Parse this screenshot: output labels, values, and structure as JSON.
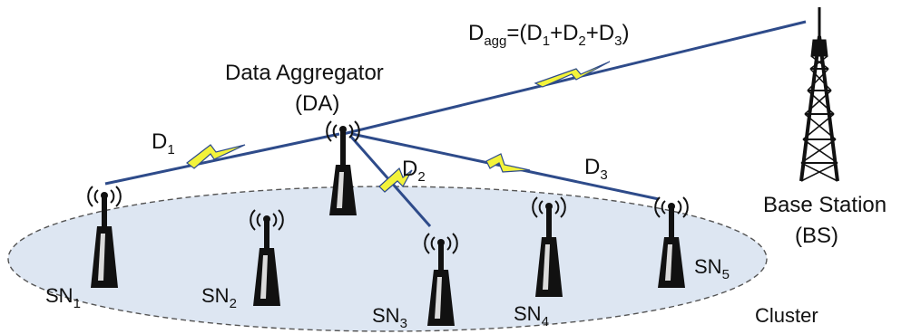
{
  "diagram": {
    "aggregate_formula": {
      "d": "D",
      "agg": "agg",
      "eq_open": "=(D",
      "s1": "1",
      "plus1": "+D",
      "s2": "2",
      "plus2": "+D",
      "s3": "3",
      "close": ")"
    },
    "data_aggregator": {
      "title": "Data Aggregator",
      "abbr": "(DA)"
    },
    "base_station": {
      "title": "Base Station",
      "abbr": "(BS)"
    },
    "cluster_label": "Cluster",
    "links": [
      {
        "letter": "D",
        "sub": "1"
      },
      {
        "letter": "D",
        "sub": "2"
      },
      {
        "letter": "D",
        "sub": "3"
      }
    ],
    "sensor_nodes": [
      {
        "prefix": "SN",
        "sub": "1"
      },
      {
        "prefix": "SN",
        "sub": "2"
      },
      {
        "prefix": "SN",
        "sub": "3"
      },
      {
        "prefix": "SN",
        "sub": "4"
      },
      {
        "prefix": "SN",
        "sub": "5"
      }
    ],
    "colors": {
      "cluster_fill": "#dde6f2",
      "cluster_stroke": "#555555",
      "link_line": "#2e4b8a",
      "lightning_fill": "#f3f33a",
      "lightning_stroke": "#2e4b8a",
      "node_body": "#111111",
      "node_highlight": "#ffffff"
    }
  }
}
